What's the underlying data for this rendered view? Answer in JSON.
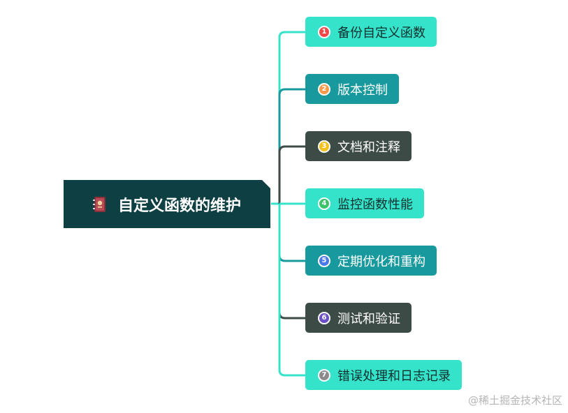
{
  "colors": {
    "root_bg": "#0e3f43",
    "light_node": "#34e3c9",
    "teal_node": "#17999d",
    "dark_node": "#3d4b47",
    "line_light": "#34e3c9",
    "line_teal": "#17999d",
    "line_dark": "#3d4b47"
  },
  "root": {
    "icon": "notebook-icon",
    "title": "自定义函数的维护"
  },
  "branches": [
    {
      "number": "1",
      "label": "备份自定义函数",
      "style": "light",
      "badge_color": "#f04848"
    },
    {
      "number": "2",
      "label": "版本控制",
      "style": "teal",
      "badge_color": "#f59a4a"
    },
    {
      "number": "3",
      "label": "文档和注释",
      "style": "dark",
      "badge_color": "#f2c21b"
    },
    {
      "number": "4",
      "label": "监控函数性能",
      "style": "light",
      "badge_color": "#3cc36a"
    },
    {
      "number": "5",
      "label": "定期优化和重构",
      "style": "teal",
      "badge_color": "#4a78e8"
    },
    {
      "number": "6",
      "label": "测试和验证",
      "style": "dark",
      "badge_color": "#6a4fc7"
    },
    {
      "number": "7",
      "label": "错误处理和日志记录",
      "style": "light",
      "badge_color": "#8c8c8c"
    }
  ],
  "watermark": "@稀土掘金技术社区"
}
